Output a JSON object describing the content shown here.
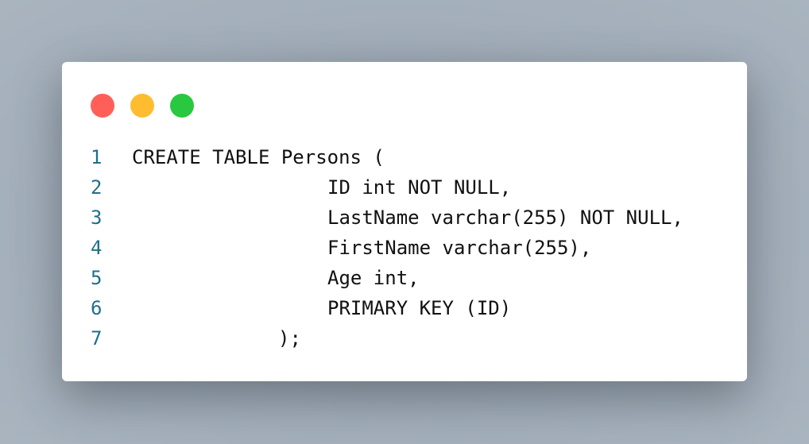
{
  "window": {
    "buttons": [
      {
        "name": "close",
        "color": "#ff5f57"
      },
      {
        "name": "minimize",
        "color": "#febc2e"
      },
      {
        "name": "maximize",
        "color": "#28c840"
      }
    ]
  },
  "colors": {
    "line_number": "#1f6f8b",
    "code_text": "#111111"
  },
  "code": {
    "lines": [
      {
        "number": "1",
        "text": "CREATE TABLE Persons ("
      },
      {
        "number": "2",
        "text": "ID int NOT NULL,"
      },
      {
        "number": "3",
        "text": "LastName varchar(255) NOT NULL,"
      },
      {
        "number": "4",
        "text": "FirstName varchar(255),"
      },
      {
        "number": "5",
        "text": "Age int,"
      },
      {
        "number": "6",
        "text": "PRIMARY KEY (ID)"
      },
      {
        "number": "7",
        "text": ");"
      }
    ]
  }
}
